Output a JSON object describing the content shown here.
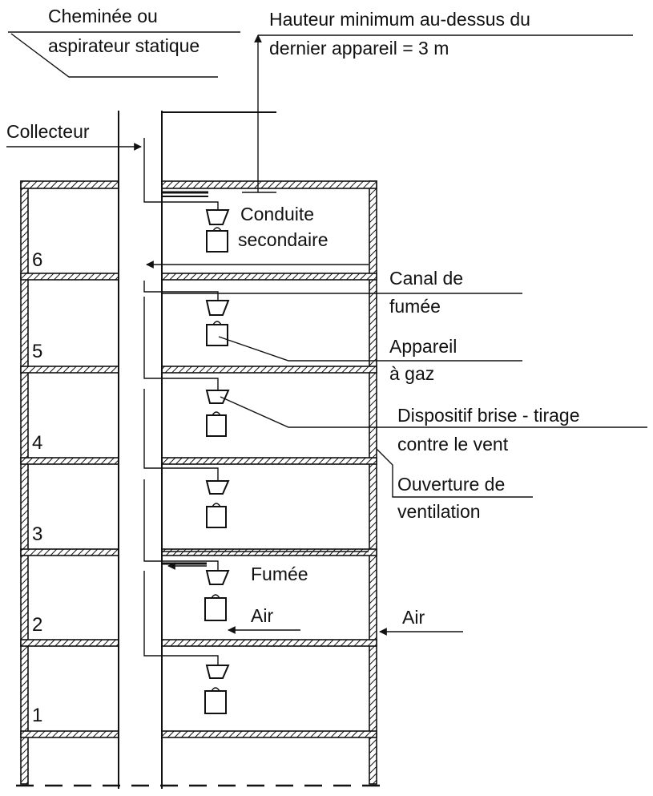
{
  "labels": {
    "chimney": [
      "Cheminée ou",
      "aspirateur statique"
    ],
    "min_height": [
      "Hauteur minimum au-dessus du",
      "dernier appareil = 3 m"
    ],
    "collector": "Collecteur",
    "secondary_duct": [
      "Conduite",
      "secondaire"
    ],
    "flue_channel": [
      "Canal de",
      "fumée"
    ],
    "gas_appliance": [
      "Appareil",
      "à gaz"
    ],
    "draft_diverter": [
      "Dispositif brise - tirage",
      "contre le vent"
    ],
    "ventilation_opening": [
      "Ouverture de",
      "ventilation"
    ],
    "smoke": "Fumée",
    "air_inner": "Air",
    "air_outer": "Air"
  },
  "floors": [
    "1",
    "2",
    "3",
    "4",
    "5",
    "6"
  ],
  "colors": {
    "ink": "#111111",
    "paper": "#ffffff"
  }
}
